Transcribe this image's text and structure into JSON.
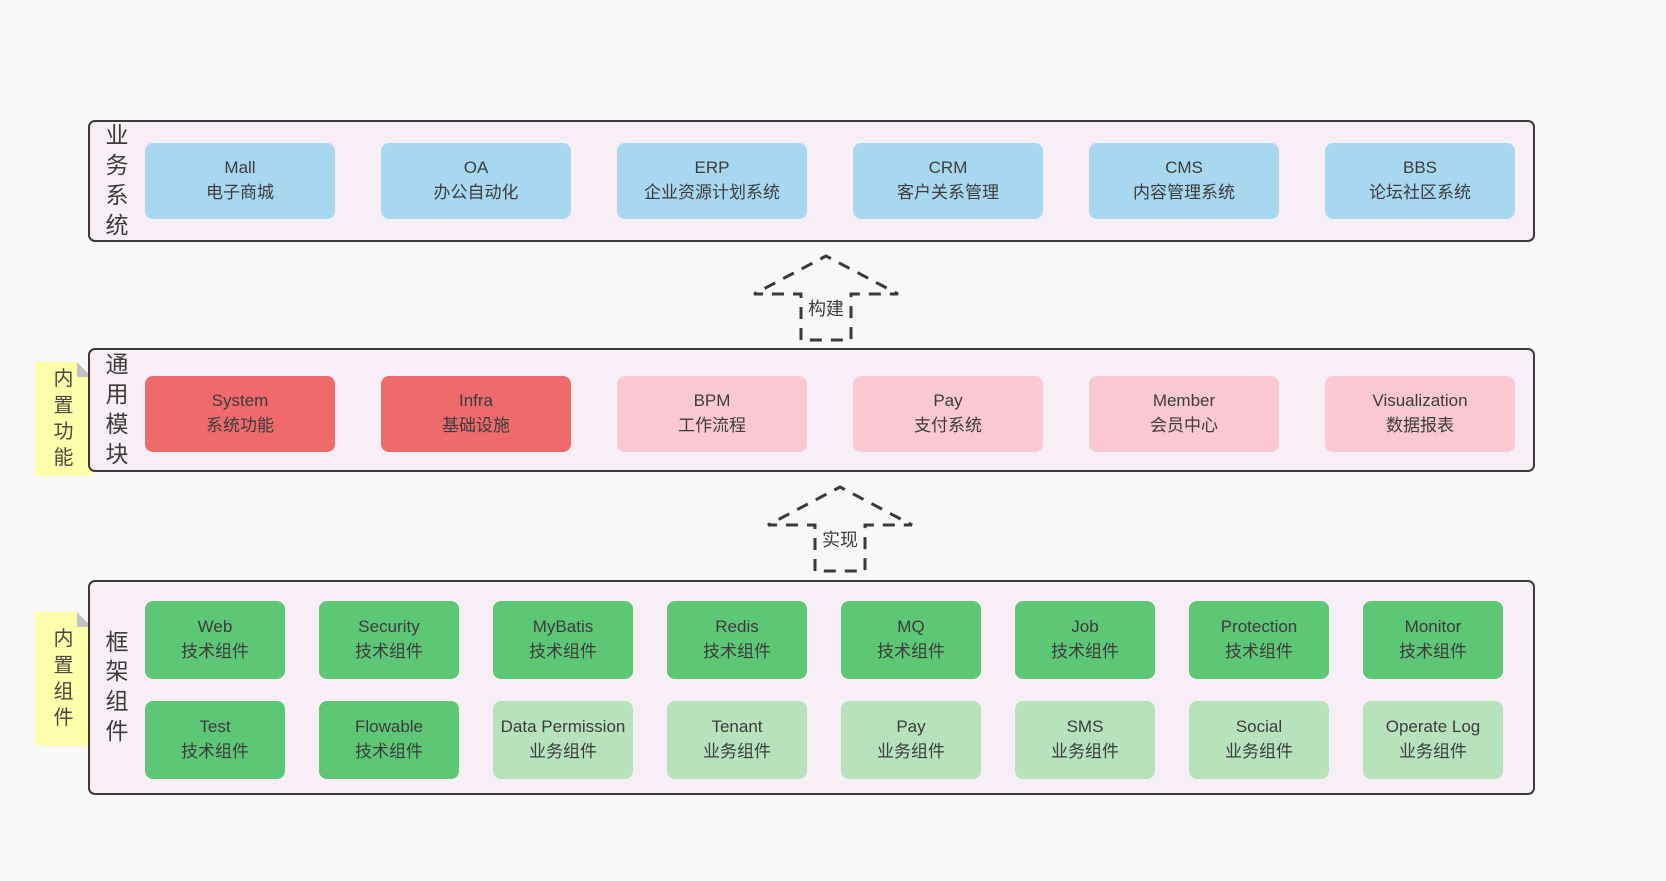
{
  "bands": [
    {
      "label": "业务系统",
      "boxes": [
        {
          "en": "Mall",
          "zh": "电子商城"
        },
        {
          "en": "OA",
          "zh": "办公自动化"
        },
        {
          "en": "ERP",
          "zh": "企业资源计划系统"
        },
        {
          "en": "CRM",
          "zh": "客户关系管理"
        },
        {
          "en": "CMS",
          "zh": "内容管理系统"
        },
        {
          "en": "BBS",
          "zh": "论坛社区系统"
        }
      ]
    },
    {
      "label": "通用模块",
      "sticky": "内置功能",
      "boxes": [
        {
          "en": "System",
          "zh": "系统功能"
        },
        {
          "en": "Infra",
          "zh": "基础设施"
        },
        {
          "en": "BPM",
          "zh": "工作流程"
        },
        {
          "en": "Pay",
          "zh": "支付系统"
        },
        {
          "en": "Member",
          "zh": "会员中心"
        },
        {
          "en": "Visualization",
          "zh": "数据报表"
        }
      ]
    },
    {
      "label": "框架组件",
      "sticky": "内置组件",
      "row1": [
        {
          "en": "Web",
          "zh": "技术组件"
        },
        {
          "en": "Security",
          "zh": "技术组件"
        },
        {
          "en": "MyBatis",
          "zh": "技术组件"
        },
        {
          "en": "Redis",
          "zh": "技术组件"
        },
        {
          "en": "MQ",
          "zh": "技术组件"
        },
        {
          "en": "Job",
          "zh": "技术组件"
        },
        {
          "en": "Protection",
          "zh": "技术组件"
        },
        {
          "en": "Monitor",
          "zh": "技术组件"
        }
      ],
      "row2": [
        {
          "en": "Test",
          "zh": "技术组件"
        },
        {
          "en": "Flowable",
          "zh": "技术组件"
        },
        {
          "en": "Data Permission",
          "zh": "业务组件"
        },
        {
          "en": "Tenant",
          "zh": "业务组件"
        },
        {
          "en": "Pay",
          "zh": "业务组件"
        },
        {
          "en": "SMS",
          "zh": "业务组件"
        },
        {
          "en": "Social",
          "zh": "业务组件"
        },
        {
          "en": "Operate Log",
          "zh": "业务组件"
        }
      ]
    }
  ],
  "arrows": [
    {
      "label": "构建"
    },
    {
      "label": "实现"
    }
  ],
  "colors": {
    "page_bg": "#f8f8f8",
    "band_bg": "#f8eef6",
    "band_border": "#3b3b3b",
    "box_blue": "#a8d8f0",
    "box_red": "#ee6a6b",
    "box_pink": "#f9c8d2",
    "box_green": "#5dc776",
    "box_light_green": "#b6e3bc",
    "sticky_yellow": "#feffaa",
    "text": "#3f3f3f"
  }
}
